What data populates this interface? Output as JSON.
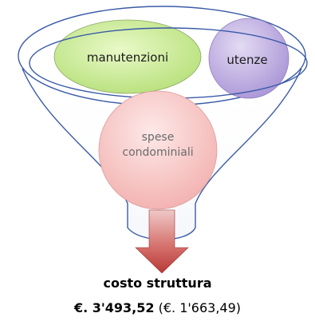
{
  "diagram": {
    "bubbles": {
      "maintenance": "manutenzioni",
      "utilities": "utenze",
      "condo_line1": "spese",
      "condo_line2": "condominiali"
    },
    "caption": {
      "title": "costo struttura",
      "amount_main": "€. 3'493,52",
      "amount_secondary": "(€. 1'663,49)"
    }
  },
  "colors": {
    "funnel_stroke": "#3a5ba8",
    "maintenance_fill": "#ccef96",
    "utilities_fill": "#b8a6dd",
    "condo_fill": "#f6c0bf",
    "arrow_fill": "#c8514d"
  }
}
